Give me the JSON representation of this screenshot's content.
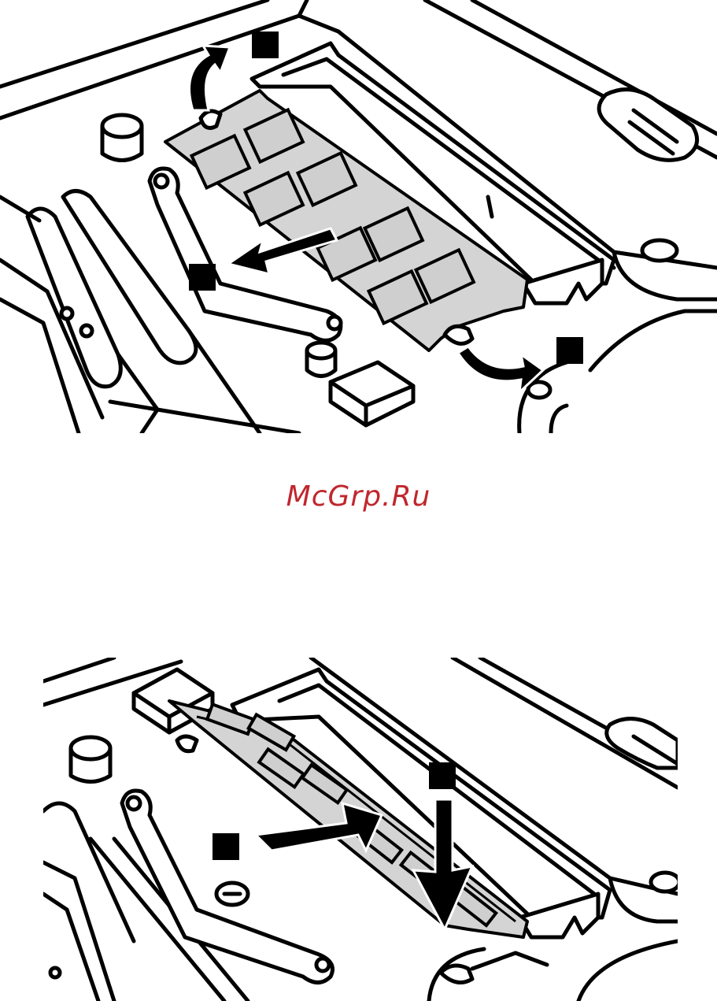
{
  "watermark": {
    "text": "McGrp.Ru",
    "color": "#c0272d"
  },
  "colors": {
    "line": "#000000",
    "module_fill": "#d4d4d4",
    "background": "#ffffff"
  },
  "figures": [
    {
      "id": "top",
      "description_icons": [
        "memory-module",
        "retaining-latch",
        "step-marker-square",
        "curved-arrow",
        "straight-arrow"
      ]
    },
    {
      "id": "bottom",
      "description_icons": [
        "memory-module",
        "step-marker-square",
        "straight-arrow"
      ]
    }
  ]
}
